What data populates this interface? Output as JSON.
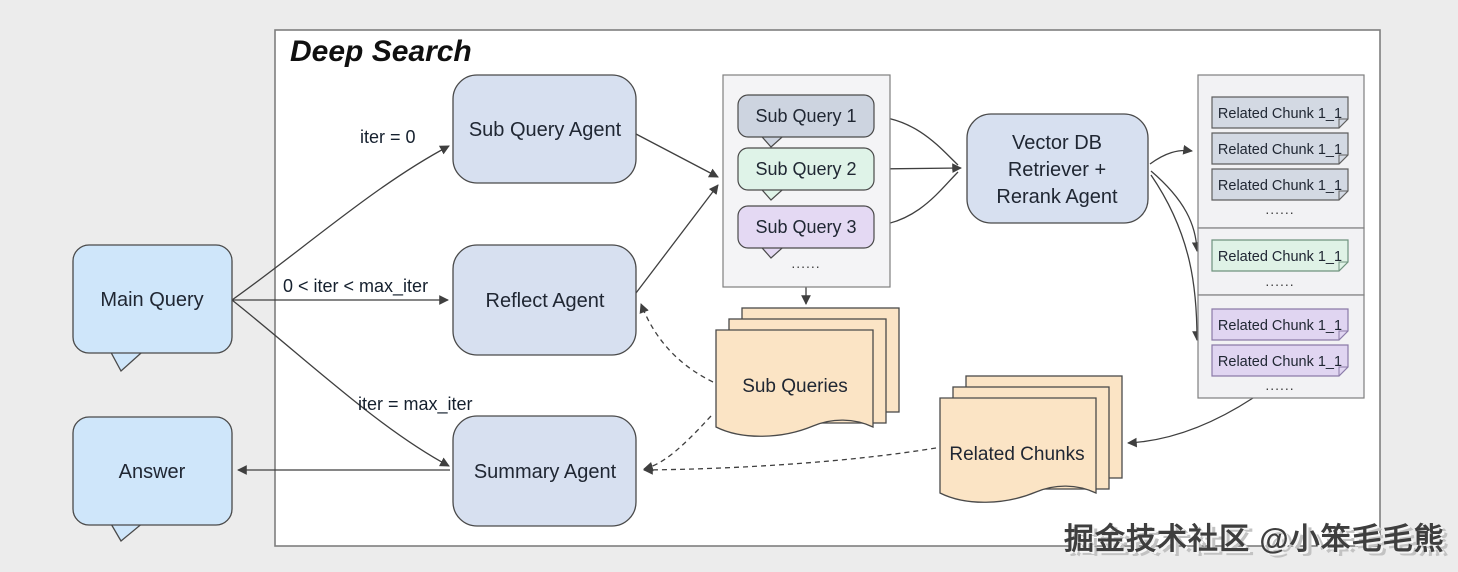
{
  "title": "Deep Search",
  "nodes": {
    "main_query": "Main Query",
    "answer": "Answer",
    "sub_query_agent": "Sub Query Agent",
    "reflect_agent": "Reflect Agent",
    "summary_agent": "Summary Agent",
    "vector_db_line1": "Vector DB",
    "vector_db_line2": "Retriever +",
    "vector_db_line3": "Rerank Agent"
  },
  "edge_labels": {
    "iter_zero": "iter = 0",
    "iter_mid": "0 < iter < max_iter",
    "iter_max": "iter = max_iter"
  },
  "sub_query_list": {
    "items": [
      "Sub Query 1",
      "Sub Query 2",
      "Sub Query 3"
    ],
    "ellipsis": "......"
  },
  "chunk_groups": [
    {
      "color": "#d3d9e3",
      "border": "#5f5f5f",
      "items": [
        "Related Chunk 1_1",
        "Related Chunk 1_1",
        "Related Chunk 1_1"
      ],
      "ellipsis": "......"
    },
    {
      "color": "#dff2e6",
      "border": "#6f937e",
      "items": [
        "Related Chunk 1_1"
      ],
      "ellipsis": "......"
    },
    {
      "color": "#e0d5f1",
      "border": "#8b7ba8",
      "items": [
        "Related Chunk 1_1",
        "Related Chunk 1_1"
      ],
      "ellipsis": "......"
    }
  ],
  "stacks": {
    "sub_queries": "Sub Queries",
    "related_chunks": "Related Chunks"
  },
  "watermark": {
    "text": "掘金技术社区 @小笨毛毛熊"
  },
  "colors": {
    "background": "#ececec",
    "panel": "#ffffff",
    "panel_border": "#7f7f7f",
    "agent_fill": "#d7e0f0",
    "speech_bubble_fill": "#cfe6fa",
    "container_fill": "#f4f4f6",
    "document_fill": "#fbe4c5",
    "edge": "#3f3f3f",
    "sub_query_1_fill": "#cdd4e0",
    "sub_query_2_fill": "#dff3e8",
    "sub_query_3_fill": "#e4d9f3"
  }
}
